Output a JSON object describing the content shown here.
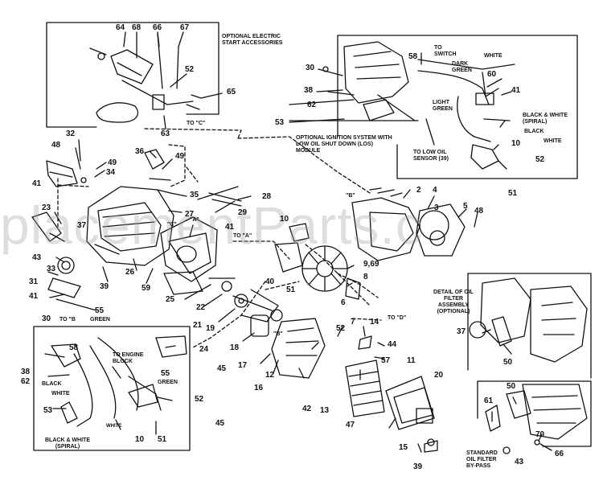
{
  "watermark": "placementParts.c",
  "colors": {
    "ink": "#111111",
    "paper": "#ffffff",
    "watermark": "#a0a0a0"
  },
  "captions": {
    "electric_start": "OPTIONAL ELECTRIC START ACCESSORIES",
    "ignition": "OPTIONAL IGNITION SYSTEM WITH LOW OIL SHUT DOWN (LOS) MODULE",
    "oil_filter_detail": "DETAIL OF OIL FILTER ASSEMBLY (OPTIONAL)",
    "standard_filter": "STANDARD OIL FILTER BY-PASS"
  },
  "wire_labels": {
    "to_switch": "TO SWITCH",
    "dark_green": "DARK GREEN",
    "white": "WHITE",
    "light_green": "LIGHT GREEN",
    "black_white_spiral": "BLACK & WHITE (SPIRAL)",
    "black": "BLACK",
    "white2": "WHITE",
    "to_low_oil_sensor": "TO LOW OIL SENSOR (39)",
    "to_c": "TO \"C\"",
    "green_55": "GREEN",
    "to_engine_block": "TO ENGINE BLOCK",
    "black_left": "BLACK",
    "white_left": "WHITE",
    "green_right": "GREEN",
    "white_small": "WHITE",
    "bw_spiral_left": "BLACK & WHITE (SPIRAL)",
    "to_a": "TO \"A\"",
    "to_b": "TO \"B",
    "to_d": "TO \"D\"",
    "b_mark": "\"B\"",
    "b_mark2": "\"B\"",
    "c_mark": "\"C\"",
    "a_mark": "\"A\""
  },
  "part_numbers": [
    "64",
    "68",
    "66",
    "67",
    "52",
    "65",
    "63",
    "30",
    "38",
    "62",
    "53",
    "58",
    "60",
    "41",
    "10",
    "52",
    "51",
    "32",
    "48",
    "36",
    "49",
    "34",
    "49",
    "35",
    "41",
    "23",
    "37",
    "33",
    "27",
    "28",
    "29",
    "41",
    "43",
    "39",
    "26",
    "59",
    "31",
    "41",
    "25",
    "22",
    "10",
    "40",
    "51",
    "2",
    "4",
    "3",
    "5",
    "48",
    "9,69",
    "8",
    "6",
    "7",
    "21",
    "19",
    "18",
    "17",
    "16",
    "12",
    "45",
    "42",
    "52",
    "14",
    "44",
    "57",
    "13",
    "47",
    "11",
    "20",
    "15",
    "39",
    "30",
    "58",
    "38",
    "62",
    "24",
    "55",
    "52",
    "53",
    "55",
    "10",
    "51",
    "37",
    "50",
    "50",
    "61",
    "70",
    "43",
    "66",
    "45"
  ]
}
